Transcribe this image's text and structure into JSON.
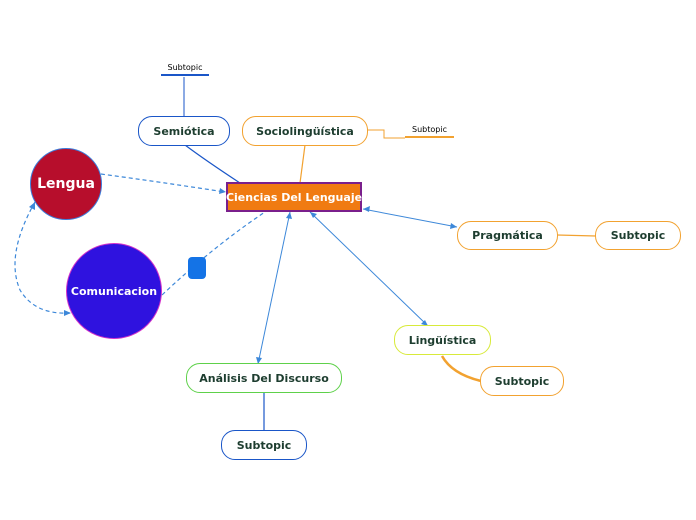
{
  "central": {
    "label": "Ciencias Del Lenguaje",
    "fill": "#f07b12",
    "border": "#7a1f8c"
  },
  "nodes": {
    "semiotica": {
      "label": "Semiótica",
      "color": "#1a56c8"
    },
    "sociolinguistica": {
      "label": "Sociolingüística",
      "color": "#f2a230"
    },
    "pragmatica": {
      "label": "Pragmática",
      "color": "#f2a230"
    },
    "pragmatica_sub": {
      "label": "Subtopic",
      "color": "#f2a230"
    },
    "linguistica": {
      "label": "Lingüística",
      "color": "#d8ea3a"
    },
    "linguistica_sub": {
      "label": "Subtopic",
      "color": "#f2a230"
    },
    "analisis": {
      "label": "Análisis Del Discurso",
      "color": "#5ed14a"
    },
    "analisis_sub": {
      "label": "Subtopic",
      "color": "#1a56c8"
    }
  },
  "floating": {
    "semiotica_sub": {
      "label": "Subtopic",
      "color": "#1a56c8"
    },
    "socio_sub": {
      "label": "Subtopic",
      "color": "#f2a230"
    }
  },
  "circles": {
    "lengua": {
      "label": "Lengua",
      "fill": "#b70e2c",
      "border": "#3d7bd9"
    },
    "comunicacion": {
      "label": "Comunicacion",
      "fill": "#2f12df",
      "border": "#d231c9"
    }
  },
  "colors": {
    "blue_link": "#3d88d9",
    "orange_link": "#f2a230",
    "dark_blue_link": "#1a56c8",
    "handle": "#1473e6"
  }
}
